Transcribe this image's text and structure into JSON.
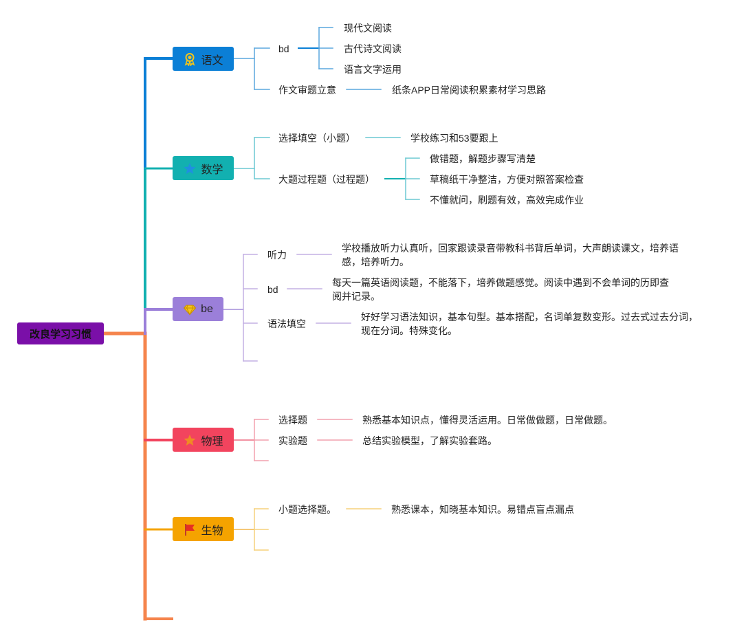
{
  "root": {
    "label": "改良学习习惯"
  },
  "colors": {
    "root": "#7a0fa8",
    "chinese": "#0b7fd6",
    "math": "#12b0b0",
    "english": "#9b7fd9",
    "physics": "#f2445e",
    "biology": "#f5a300",
    "spine_bottom": "#f5844c"
  },
  "branches": {
    "chinese": {
      "label": "语文",
      "icon": "medal-icon",
      "sub1": {
        "label": "bd",
        "children": [
          "现代文阅读",
          "古代诗文阅读",
          "语言文字运用"
        ]
      },
      "sub2": {
        "label": "作文审题立意",
        "detail": "纸条APP日常阅读积累素材学习思路"
      }
    },
    "math": {
      "label": "数学",
      "icon": "blue-star-icon",
      "sub1": {
        "label": "选择填空（小题）",
        "detail": "学校练习和53要跟上"
      },
      "sub2": {
        "label": "大题过程题（过程题）",
        "children": [
          "做错题，解题步骤写清楚",
          "草稿纸干净整洁，方便对照答案检查",
          "不懂就问，刷题有效，高效完成作业"
        ]
      }
    },
    "english": {
      "label": "be",
      "icon": "diamond-icon",
      "sub1": {
        "label": "听力",
        "detail": "学校播放听力认真听，回家跟读录音带教科书背后单词，大声朗读课文，培养语感，培养听力。"
      },
      "sub2": {
        "label": "bd",
        "detail": "每天一篇英语阅读题，不能落下，培养做题感觉。阅读中遇到不会单词的历即查阅并记录。"
      },
      "sub3": {
        "label": "语法填空",
        "detail": "好好学习语法知识，基本句型。基本搭配，名词单复数变形。过去式过去分词，现在分词。特殊变化。"
      }
    },
    "physics": {
      "label": "物理",
      "icon": "star-icon",
      "sub1": {
        "label": "选择题",
        "detail": "熟悉基本知识点，懂得灵活运用。日常做做题，日常做题。"
      },
      "sub2": {
        "label": "实验题",
        "detail": "总结实验模型，了解实验套路。"
      }
    },
    "biology": {
      "label": "生物",
      "icon": "flag-icon",
      "sub1": {
        "label": "小题选择题。",
        "detail": "熟悉课本，知晓基本知识。易错点盲点漏点"
      }
    }
  }
}
